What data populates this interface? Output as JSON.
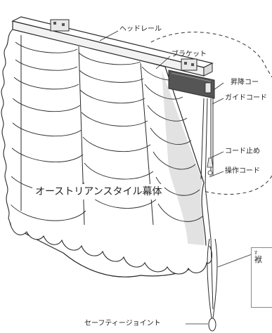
{
  "labels": {
    "head_rail": "ヘッドレール",
    "bracket": "ブラケット",
    "lift_cord": "昇降コー",
    "guide_cord": "ガイドコード",
    "cord_stopper": "コード止め",
    "operation_cord": "操作コード",
    "curtain_body": "オーストリアンスタイル幕体",
    "safety_joint": "セーフティージョイント",
    "cut_small": "す",
    "cut_main": "袱"
  },
  "colors": {
    "stroke": "#2a2a2a",
    "fabric": "#ffffff",
    "shade": "#cfcfcf",
    "hardware_dark": "#555555",
    "hardware_light": "#e8e8e8",
    "background": "#ffffff"
  }
}
